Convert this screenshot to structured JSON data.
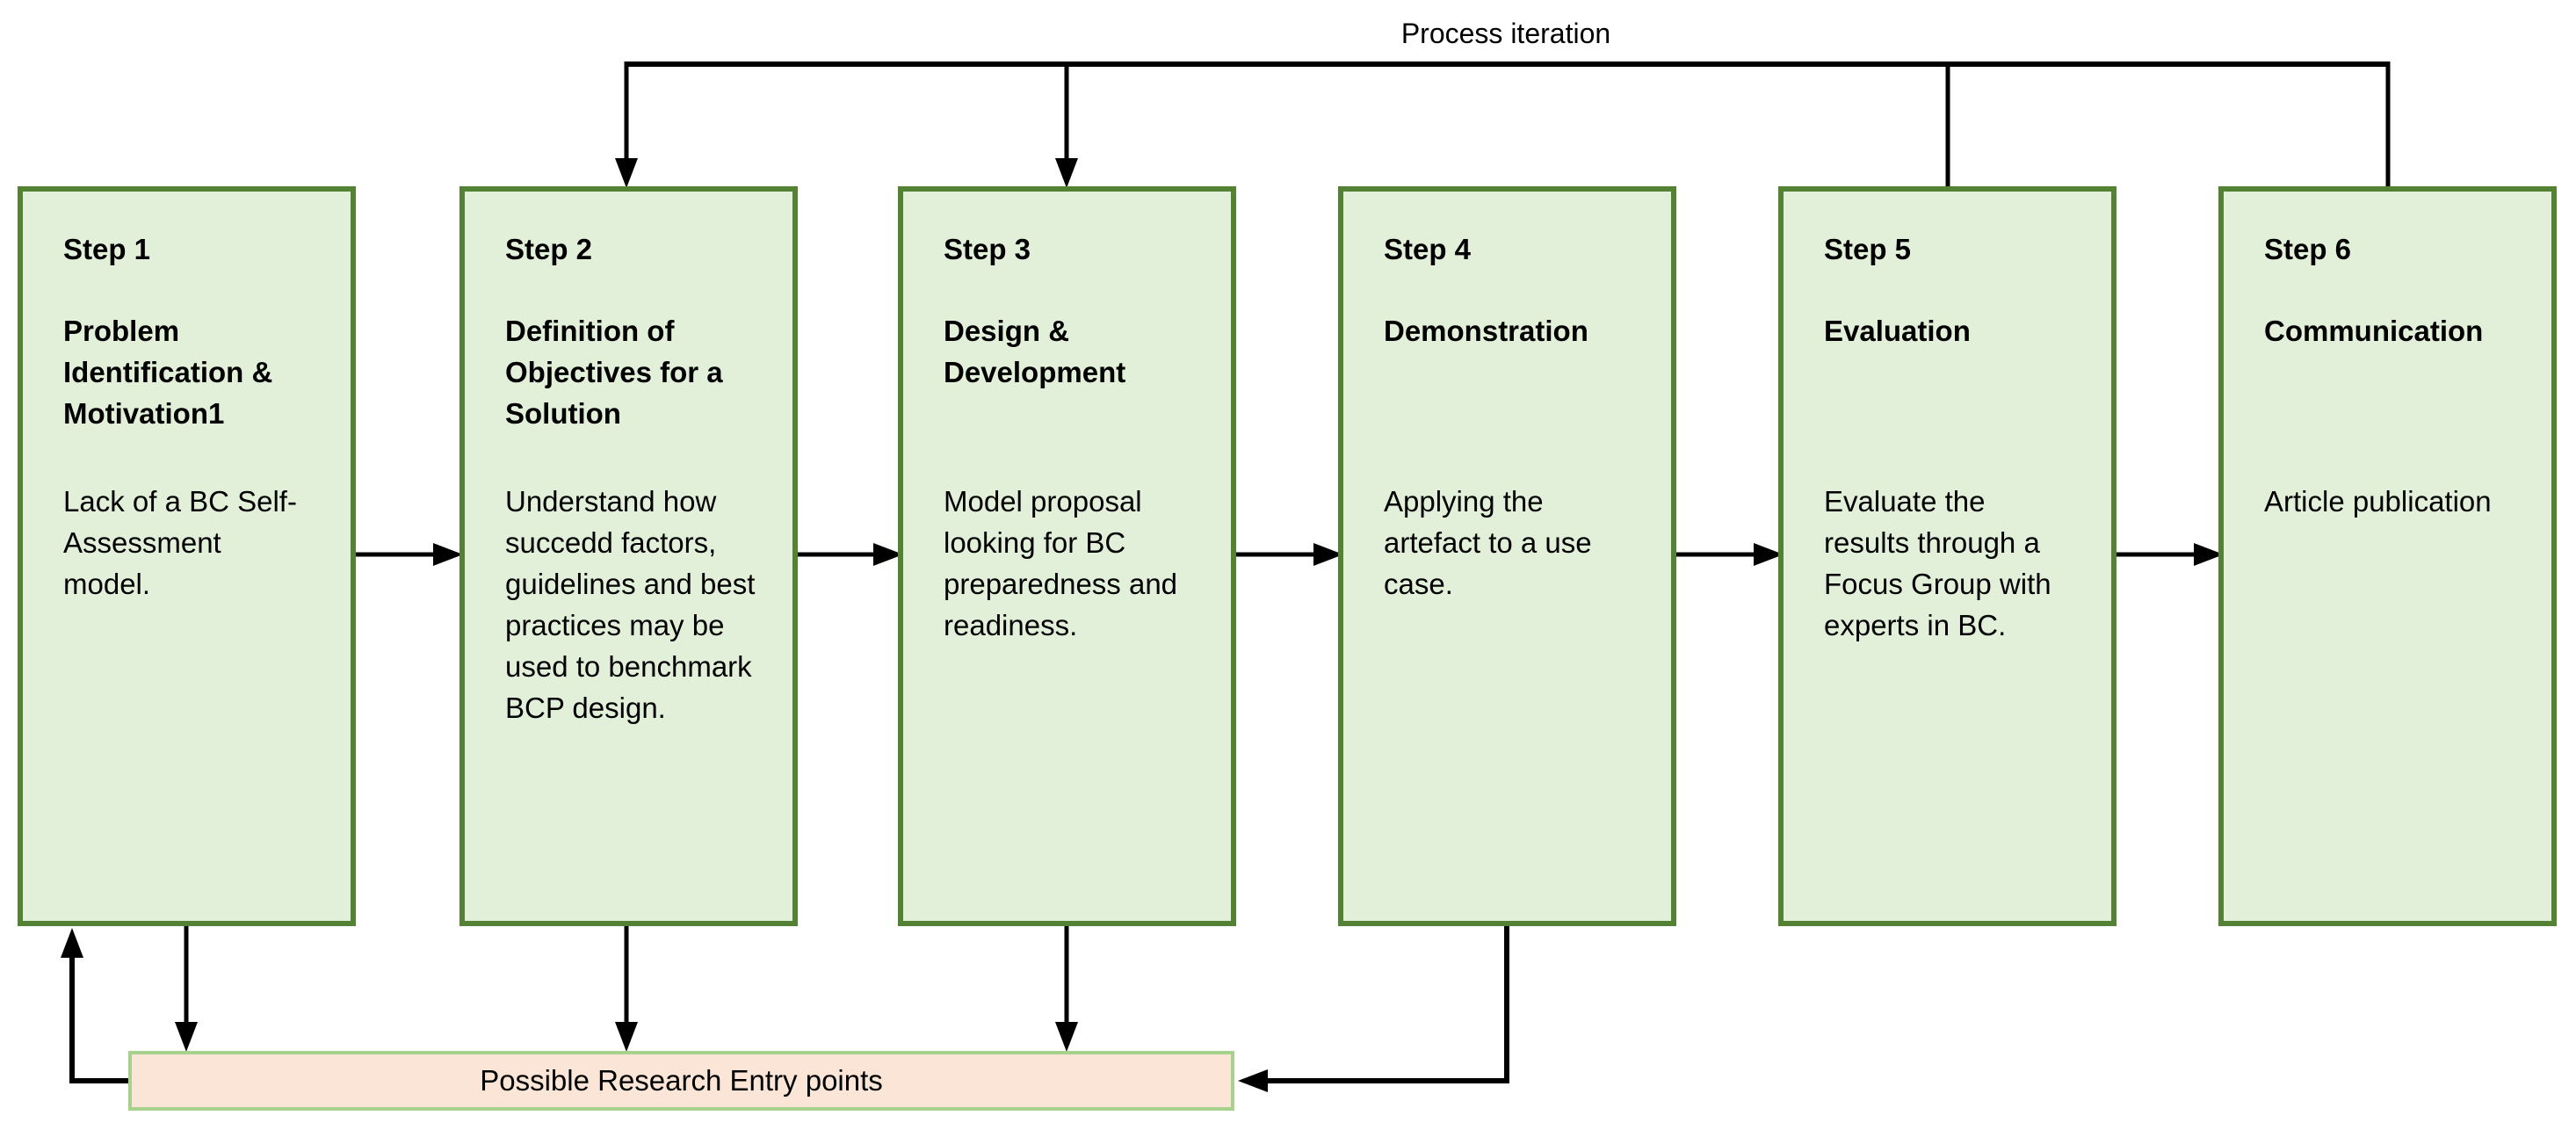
{
  "diagram": {
    "iteration_label": "Process iteration",
    "entry_bar": {
      "label": "Possible Research Entry points",
      "fill_color": "#fbe5d6",
      "border_color": "#a9d18e"
    },
    "colors": {
      "step_fill": "#e2efd9",
      "step_border": "#548235",
      "connector_line": "#000000"
    },
    "steps": [
      {
        "title": "Step 1",
        "heading": "Problem\nIdentification &\nMotivation1",
        "body": "Lack of a BC Self-\nAssessment\nmodel."
      },
      {
        "title": "Step 2",
        "heading": "Definition of\nObjectives for a\nSolution",
        "body": "Understand how\nsuccedd factors,\nguidelines and best\npractices may be\nused to benchmark\nBCP design."
      },
      {
        "title": "Step 3",
        "heading": "Design &\nDevelopment",
        "body": "Model proposal\nlooking for BC\npreparedness and\nreadiness."
      },
      {
        "title": "Step 4",
        "heading": "Demonstration",
        "body": "Applying the\nartefact to a use\ncase."
      },
      {
        "title": "Step 5",
        "heading": "Evaluation",
        "body": "Evaluate the\nresults through a\nFocus Group with\nexperts in BC."
      },
      {
        "title": "Step 6",
        "heading": "Communication",
        "body": "Article publication"
      }
    ]
  }
}
